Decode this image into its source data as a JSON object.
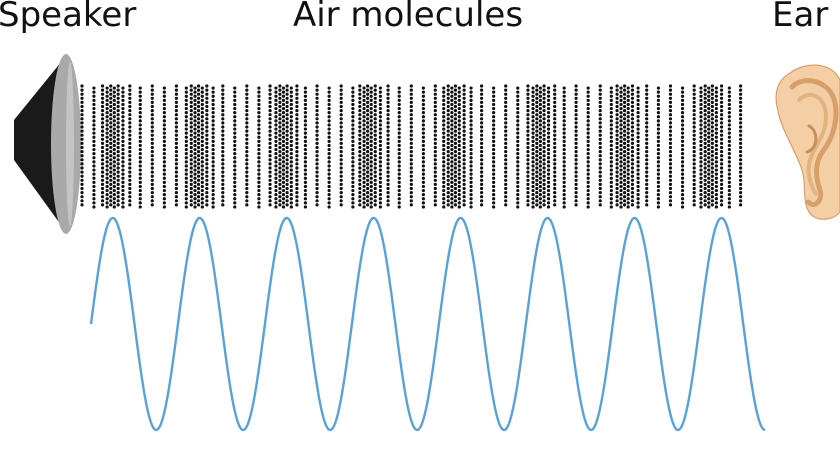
{
  "labels": {
    "speaker": "Speaker",
    "air_molecules": "Air molecules",
    "ear": "Ear"
  },
  "colors": {
    "background": "#ffffff",
    "text": "#111111",
    "molecule": "#111111",
    "wave": "#5aa2d6",
    "speaker_body": "#1a1a1a",
    "speaker_cone": "#a9a9a9",
    "ear_skin": "#f4cfa5",
    "ear_shadow": "#d89f6a"
  },
  "icons": {
    "speaker": "speaker-icon",
    "ear": "ear-icon"
  },
  "wave": {
    "cycles": 8
  }
}
